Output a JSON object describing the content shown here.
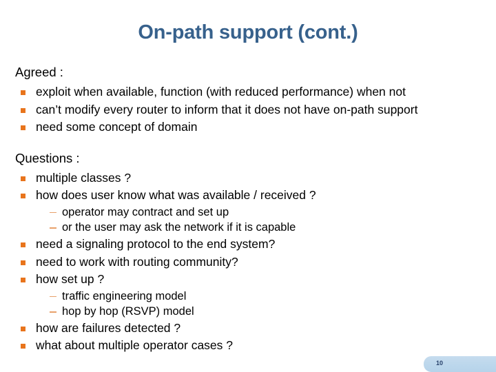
{
  "slide": {
    "title": "On-path support (cont.)",
    "title_color": "#37618c",
    "background_color": "#ffffff",
    "bullet_color": "#E8741C",
    "subbullet_color": "#E8A06A",
    "page_number": "10",
    "sections": [
      {
        "heading": "Agreed :",
        "items": [
          {
            "text": "exploit when available, function (with reduced performance) when not",
            "subitems": []
          },
          {
            "text": "can’t modify every router to inform that it does not have on-path support",
            "subitems": []
          },
          {
            "text": "need some concept of domain",
            "subitems": []
          }
        ]
      },
      {
        "heading": "Questions :",
        "items": [
          {
            "text": "multiple classes ?",
            "subitems": []
          },
          {
            "text": "how does user know what was available / received ?",
            "subitems": [
              {
                "text": "operator may contract and set up"
              },
              {
                "text": "or the user may ask the network if it is capable"
              }
            ]
          },
          {
            "text": "need a signaling protocol to the end system?",
            "subitems": []
          },
          {
            "text": "need to work with routing community?",
            "subitems": []
          },
          {
            "text": "how set up ?",
            "subitems": [
              {
                "text": "traffic engineering model"
              },
              {
                "text": "hop by hop (RSVP) model"
              }
            ]
          },
          {
            "text": "how are failures detected ?",
            "subitems": []
          },
          {
            "text": "what about multiple operator cases ?",
            "subitems": []
          }
        ]
      }
    ]
  }
}
